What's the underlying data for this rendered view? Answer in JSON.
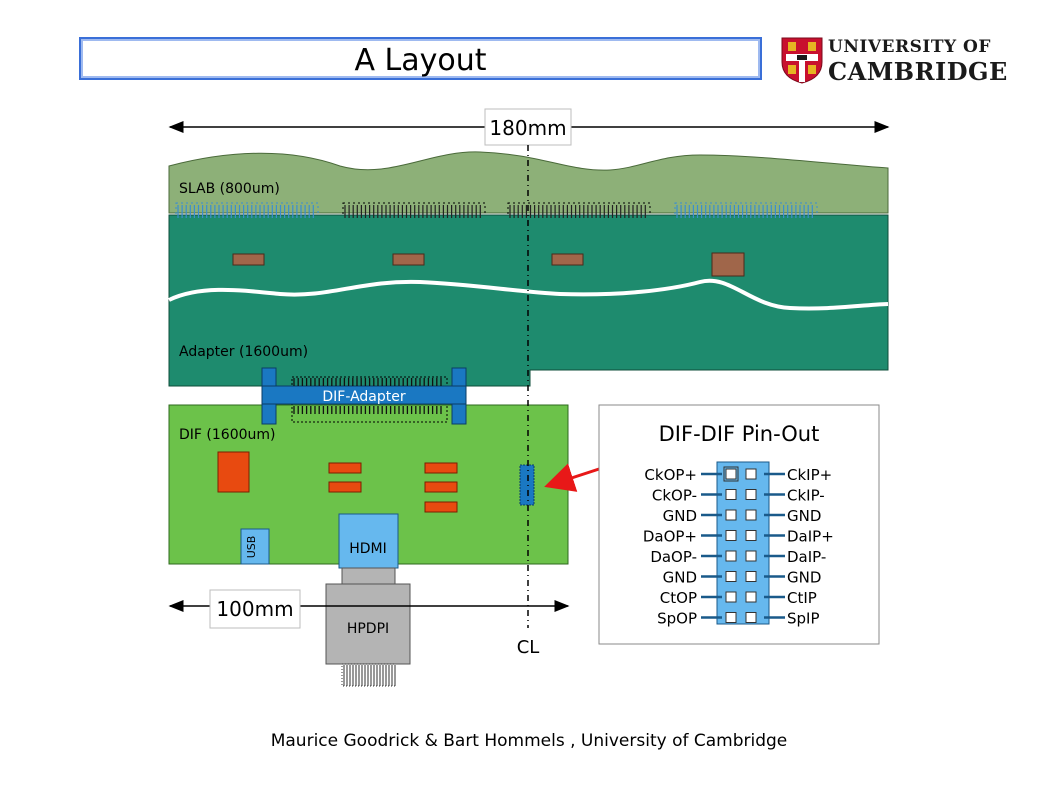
{
  "header": {
    "title": "A Layout",
    "logo_line1": "UNIVERSITY OF",
    "logo_line2": "CAMBRIDGE"
  },
  "diagram": {
    "dim_top": "180mm",
    "dim_bottom": "100mm",
    "slab_label": "SLAB (800um)",
    "adapter_label": "Adapter (1600um)",
    "dif_adapter_label": "DIF-Adapter",
    "dif_label": "DIF (1600um)",
    "usb_label": "USB",
    "hdmi_label": "HDMI",
    "hpdpi_label": "HPDPI",
    "centerline_label": "CL",
    "colors": {
      "slab": "#8db078",
      "adapter": "#1e8b6e",
      "dif": "#6cc24a",
      "connector": "#1a78c2",
      "chip": "#e84a10",
      "slab_chip": "#a0664a",
      "hdmi": "#66b8ee",
      "hpdpi": "#b4b4b4",
      "pointer": "#e81818"
    }
  },
  "pinout": {
    "title": "DIF-DIF Pin-Out",
    "left": [
      "CkOP+",
      "CkOP-",
      "GND",
      "DaOP+",
      "DaOP-",
      "GND",
      "CtOP",
      "SpOP"
    ],
    "right": [
      "CkIP+",
      "CkIP-",
      "GND",
      "DaIP+",
      "DaIP-",
      "GND",
      "CtIP",
      "SpIP"
    ]
  },
  "footer": {
    "text": "Maurice Goodrick & Bart Hommels , University of Cambridge"
  }
}
